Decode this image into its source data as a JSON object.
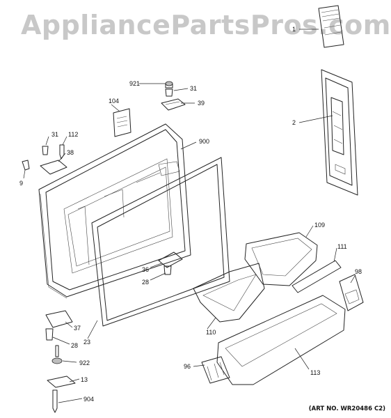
{
  "watermark": "AppliancePartsPros.com",
  "art_number": "(ART NO. WR20486 C2)",
  "callouts": [
    {
      "id": "921",
      "text": "921"
    },
    {
      "id": "31a",
      "text": "31"
    },
    {
      "id": "39",
      "text": "39"
    },
    {
      "id": "104",
      "text": "104"
    },
    {
      "id": "31b",
      "text": "31"
    },
    {
      "id": "112",
      "text": "112"
    },
    {
      "id": "38",
      "text": "38"
    },
    {
      "id": "900",
      "text": "900"
    },
    {
      "id": "9",
      "text": "9"
    },
    {
      "id": "2",
      "text": "2"
    },
    {
      "id": "1",
      "text": "1"
    },
    {
      "id": "109",
      "text": "109"
    },
    {
      "id": "111",
      "text": "111"
    },
    {
      "id": "98",
      "text": "98"
    },
    {
      "id": "36",
      "text": "36"
    },
    {
      "id": "28a",
      "text": "28"
    },
    {
      "id": "37",
      "text": "37"
    },
    {
      "id": "28b",
      "text": "28"
    },
    {
      "id": "23",
      "text": "23"
    },
    {
      "id": "110",
      "text": "110"
    },
    {
      "id": "922",
      "text": "922"
    },
    {
      "id": "96",
      "text": "96"
    },
    {
      "id": "113",
      "text": "113"
    },
    {
      "id": "13",
      "text": "13"
    },
    {
      "id": "904",
      "text": "904"
    }
  ]
}
